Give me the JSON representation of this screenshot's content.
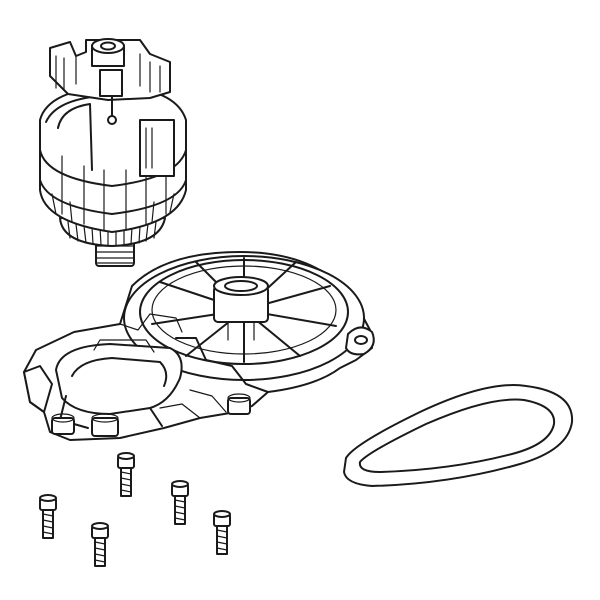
{
  "figure": {
    "kind": "exploded parts diagram",
    "line_color": "#1a1a1a",
    "background": "#ffffff",
    "parts": [
      {
        "name": "motor-assembly",
        "icon": "motor-icon"
      },
      {
        "name": "motor-housing-plate",
        "icon": "housing-plate-icon"
      },
      {
        "name": "drive-belt",
        "icon": "belt-icon"
      },
      {
        "name": "screw",
        "icon": "screw-icon",
        "count": 5
      }
    ]
  }
}
